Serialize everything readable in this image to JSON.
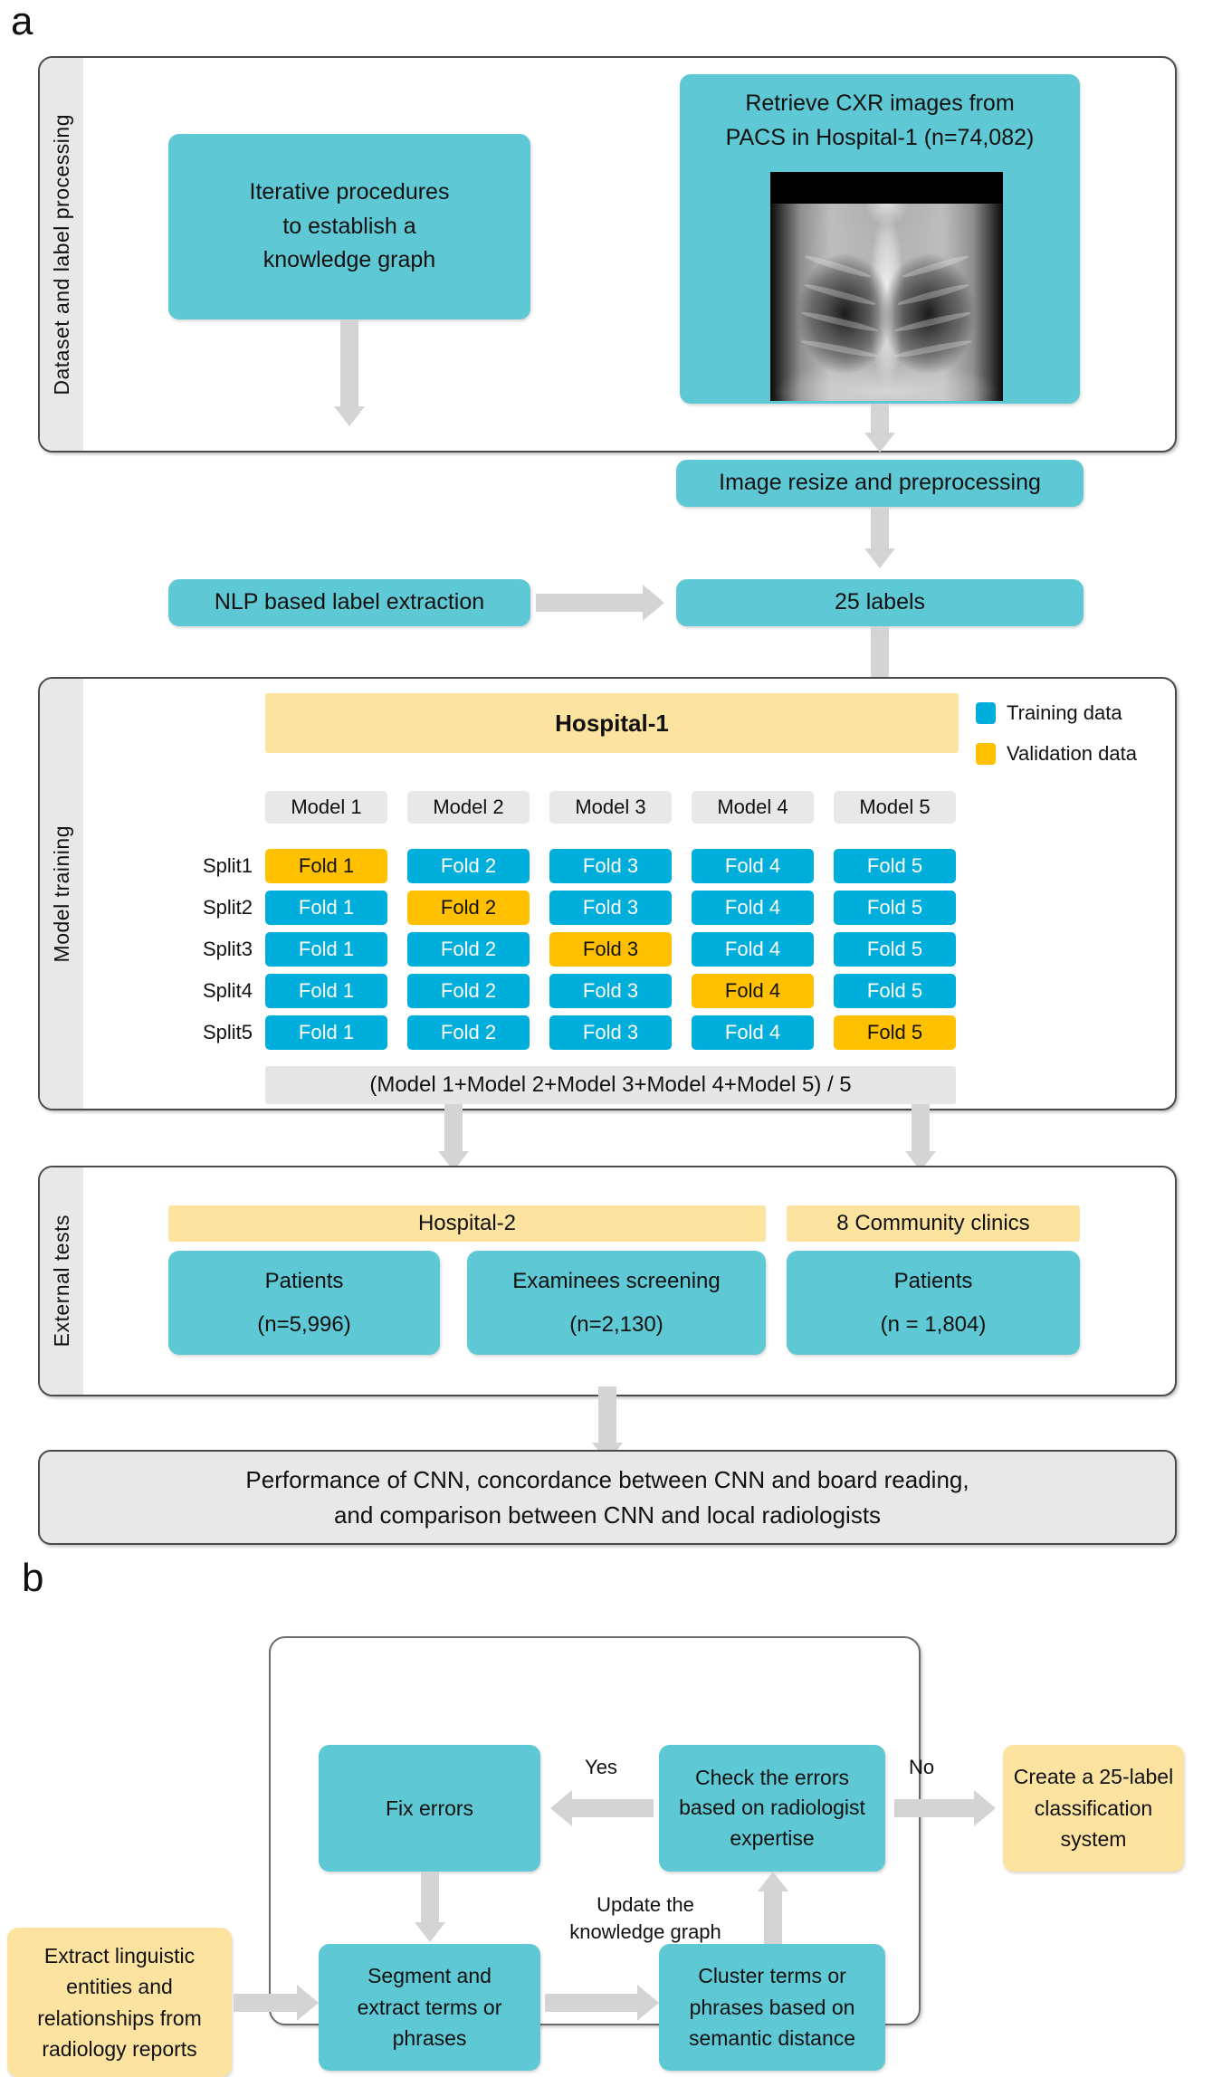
{
  "panels": {
    "a_letter": "a",
    "b_letter": "b"
  },
  "panel_a": {
    "sections": [
      {
        "label": "Dataset and label processing"
      },
      {
        "label": "Model training"
      },
      {
        "label": "External tests"
      }
    ],
    "boxes": {
      "iterative": "Iterative procedures\nto establish a\nknowledge graph",
      "iterative_lines": [
        "Iterative procedures",
        "to establish a",
        "knowledge graph"
      ],
      "retrieve_lines": [
        "Retrieve CXR images from",
        "PACS in Hospital-1 (n=74,082)"
      ],
      "image_resize": "Image resize and preprocessing",
      "nlp_extraction": "NLP based label extraction",
      "labels_25": "25 labels"
    },
    "training": {
      "cohort_title": "Hospital-1",
      "legend": [
        {
          "label": "Training data",
          "color": "#00AEDB"
        },
        {
          "label": "Validation data",
          "color": "#FFC000"
        }
      ],
      "model_headers": [
        "Model 1",
        "Model 2",
        "Model 3",
        "Model 4",
        "Model 5"
      ],
      "split_labels": [
        "Split1",
        "Split2",
        "Split3",
        "Split4",
        "Split5"
      ],
      "grid": [
        [
          {
            "text": "Fold 1",
            "role": "validation"
          },
          {
            "text": "Fold 2",
            "role": "training"
          },
          {
            "text": "Fold 3",
            "role": "training"
          },
          {
            "text": "Fold 4",
            "role": "training"
          },
          {
            "text": "Fold 5",
            "role": "training"
          }
        ],
        [
          {
            "text": "Fold 1",
            "role": "training"
          },
          {
            "text": "Fold 2",
            "role": "validation"
          },
          {
            "text": "Fold 3",
            "role": "training"
          },
          {
            "text": "Fold 4",
            "role": "training"
          },
          {
            "text": "Fold 5",
            "role": "training"
          }
        ],
        [
          {
            "text": "Fold 1",
            "role": "training"
          },
          {
            "text": "Fold 2",
            "role": "training"
          },
          {
            "text": "Fold 3",
            "role": "validation"
          },
          {
            "text": "Fold 4",
            "role": "training"
          },
          {
            "text": "Fold 5",
            "role": "training"
          }
        ],
        [
          {
            "text": "Fold 1",
            "role": "training"
          },
          {
            "text": "Fold 2",
            "role": "training"
          },
          {
            "text": "Fold 3",
            "role": "training"
          },
          {
            "text": "Fold 4",
            "role": "validation"
          },
          {
            "text": "Fold 5",
            "role": "training"
          }
        ],
        [
          {
            "text": "Fold 1",
            "role": "training"
          },
          {
            "text": "Fold 2",
            "role": "training"
          },
          {
            "text": "Fold 3",
            "role": "training"
          },
          {
            "text": "Fold 4",
            "role": "training"
          },
          {
            "text": "Fold 5",
            "role": "validation"
          }
        ]
      ],
      "ensemble": "(Model 1+Model 2+Model 3+Model 4+Model 5) / 5"
    },
    "external": {
      "cohort_hospital2": "Hospital-2",
      "cohort_clinics": "8 Community clinics",
      "groups": [
        {
          "title": "Patients",
          "count": "(n=5,996)"
        },
        {
          "title": "Examinees screening",
          "count": "(n=2,130)"
        },
        {
          "title": "Patients",
          "count": "(n = 1,804)"
        }
      ]
    },
    "summary_lines": [
      "Performance of CNN, concordance between CNN and board reading,",
      "and comparison between CNN and local radiologists"
    ]
  },
  "panel_b": {
    "source_lines": [
      "Extract linguistic",
      "entities and",
      "relationships from",
      "radiology reports"
    ],
    "segment_lines": [
      "Segment and",
      "extract terms or",
      "phrases"
    ],
    "cluster_lines": [
      "Cluster terms or",
      "phrases based on",
      "semantic distance"
    ],
    "check_lines": [
      "Check the errors",
      "based on radiologist",
      "expertise"
    ],
    "fix_errors": "Fix errors",
    "output_lines": [
      "Create a 25-label",
      "classification",
      "system"
    ],
    "edge_yes": "Yes",
    "edge_no": "No",
    "update_lines": [
      "Update the",
      "knowledge graph"
    ]
  },
  "colors": {
    "teal": "#5EC8D4",
    "train_blue": "#00AEDB",
    "validation_amber": "#FFC000",
    "cohort_yellow": "#FCE3A0",
    "grey_fill": "#E6E6E6",
    "arrow_grey": "#D4D4D4",
    "frame_stroke": "#4A4A4A"
  }
}
